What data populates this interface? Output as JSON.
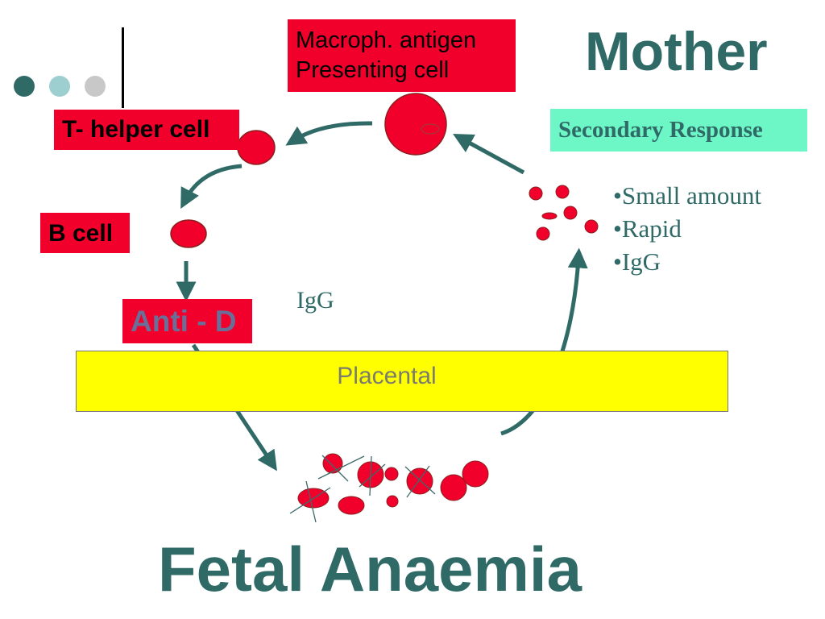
{
  "slide": {
    "title": "Mother",
    "bottom_title": "Fetal Anaemia"
  },
  "boxes": {
    "macrophage": "Macroph. antigen\nPresenting cell",
    "t_helper": "T- helper cell",
    "b_cell": "B cell",
    "anti_d": "Anti - D",
    "secondary_response": "Secondary Response"
  },
  "labels": {
    "igg": "IgG",
    "placental": "Placental"
  },
  "secondary_features": [
    "•Small amount",
    "•Rapid",
    "•IgG"
  ],
  "colors": {
    "red": "#f0002a",
    "teal": "#2f6a67",
    "mint": "#6ef7c6",
    "yellow": "#ffff00",
    "bullet_dark": "#2f6a67",
    "bullet_light": "#9ecfd0",
    "bullet_grey": "#c8c8c8"
  }
}
